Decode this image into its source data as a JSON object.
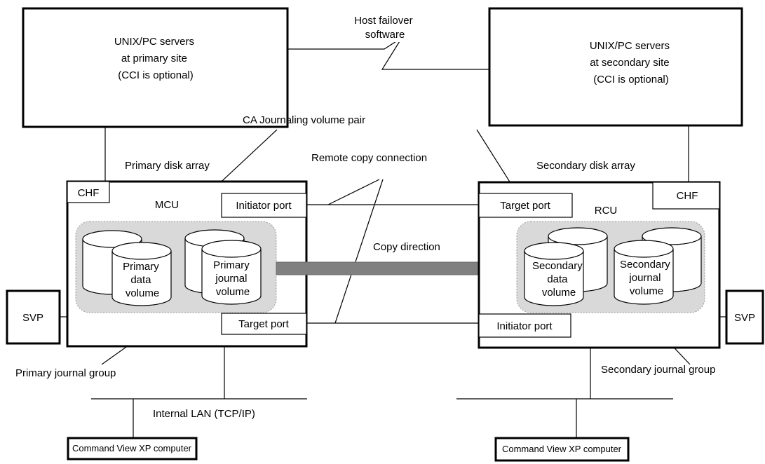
{
  "servers": {
    "primary": [
      "UNIX/PC servers",
      "at primary site",
      "(CCI is optional)"
    ],
    "secondary": [
      "UNIX/PC servers",
      "at secondary site",
      "(CCI is optional)"
    ]
  },
  "host_failover": [
    "Host failover",
    "software"
  ],
  "labels": {
    "ca_pair": "CA Journaling volume pair",
    "remote_copy": "Remote copy connection",
    "primary_disk_array": "Primary disk array",
    "secondary_disk_array": "Secondary disk array",
    "copy_direction": "Copy direction",
    "primary_journal_group": "Primary journal group",
    "secondary_journal_group": "Secondary journal group",
    "internal_lan": "Internal LAN (TCP/IP)"
  },
  "primary_array": {
    "chf": "CHF",
    "unit": "MCU",
    "initiator_port": "Initiator port",
    "target_port": "Target port",
    "svp": "SVP",
    "data_volume": [
      "Primary",
      "data",
      "volume"
    ],
    "journal_volume": [
      "Primary",
      "journal",
      "volume"
    ]
  },
  "secondary_array": {
    "chf": "CHF",
    "unit": "RCU",
    "target_port": "Target port",
    "initiator_port": "Initiator port",
    "svp": "SVP",
    "data_volume": [
      "Secondary",
      "data",
      "volume"
    ],
    "journal_volume": [
      "Secondary",
      "journal",
      "volume"
    ]
  },
  "computers": {
    "left": "Command View XP computer",
    "right": "Command View XP computer"
  }
}
